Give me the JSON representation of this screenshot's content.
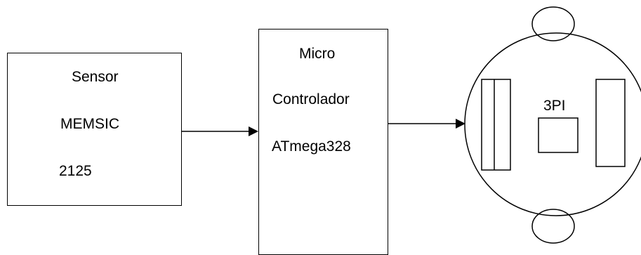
{
  "sensor": {
    "line1": "Sensor",
    "line2": "MEMSIC",
    "line3": "2125"
  },
  "microcontroller": {
    "line1": "Micro",
    "line2": "Controlador",
    "line3": "ATmega328"
  },
  "robot": {
    "label": "3PI"
  }
}
